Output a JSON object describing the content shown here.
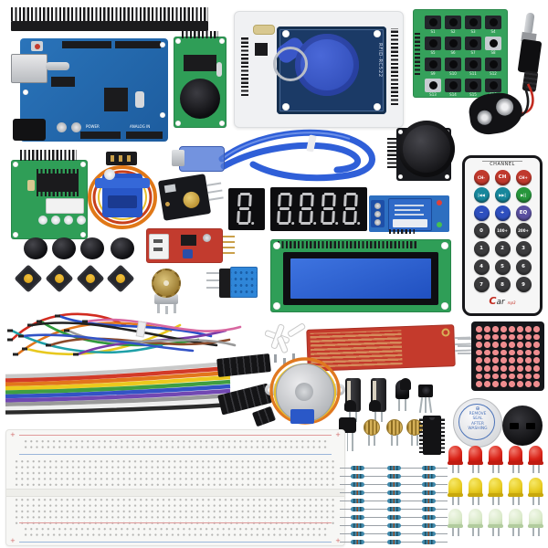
{
  "scene": {
    "description": "Arduino UNO starter kit components arranged on a white background",
    "background": "#ffffff"
  },
  "arduino": {
    "label_power": "POWER",
    "label_analog": "ANALOG IN",
    "board_color": "#2a72b8"
  },
  "rfid": {
    "label": "RFID-RC522",
    "board_color": "#f0f1f3",
    "antenna_color": "#1b3a66",
    "fob_color": "#3a57c8"
  },
  "keypad": {
    "buttons": [
      "S1",
      "S2",
      "S3",
      "S4",
      "S5",
      "S6",
      "S7",
      "S8",
      "S9",
      "S10",
      "S11",
      "S12",
      "S13",
      "S14",
      "S15",
      "S16"
    ],
    "silver_indexes": [
      7,
      12
    ],
    "board_color": "#35a15b"
  },
  "remote": {
    "title": "CHANNEL",
    "logo_c": "C",
    "logo_rest": "ar",
    "logo_sub": "mp3",
    "colors": {
      "red": "#c0392d",
      "teal": "#17879c",
      "green": "#27963c",
      "blue": "#2e4fbe",
      "purple": "#5a4fa0",
      "dark": "#3b3b3d"
    },
    "rows": [
      [
        {
          "t": "CH-",
          "c": "red"
        },
        {
          "t": "CH",
          "c": "red"
        },
        {
          "t": "CH+",
          "c": "red"
        }
      ],
      [
        {
          "t": "|◀◀",
          "c": "teal"
        },
        {
          "t": "▶▶|",
          "c": "teal"
        },
        {
          "t": "▶||",
          "c": "green"
        }
      ],
      [
        {
          "t": "−",
          "c": "blue"
        },
        {
          "t": "+",
          "c": "blue"
        },
        {
          "t": "EQ",
          "c": "purple"
        }
      ],
      [
        {
          "t": "0",
          "c": "dark"
        },
        {
          "t": "100+",
          "c": "dark"
        },
        {
          "t": "200+",
          "c": "dark"
        }
      ],
      [
        {
          "t": "1",
          "c": "dark"
        },
        {
          "t": "2",
          "c": "dark"
        },
        {
          "t": "3",
          "c": "dark"
        }
      ],
      [
        {
          "t": "4",
          "c": "dark"
        },
        {
          "t": "5",
          "c": "dark"
        },
        {
          "t": "6",
          "c": "dark"
        }
      ],
      [
        {
          "t": "7",
          "c": "dark"
        },
        {
          "t": "8",
          "c": "dark"
        },
        {
          "t": "9",
          "c": "dark"
        }
      ]
    ]
  },
  "seven_segment": {
    "single_digits": 1,
    "quad_digits": 4,
    "shown_value": "8.",
    "segment_color": "#c4c4c6"
  },
  "buzzer": {
    "sticker_symbol": "⊕",
    "sticker_lines": [
      "REMOVE",
      "SEAL",
      "AFTER",
      "WASHING"
    ],
    "print_color": "#4a72b8"
  },
  "dot_matrix": {
    "rows": 8,
    "cols": 8,
    "dot_color": "#ef8d8f"
  },
  "resistors": {
    "columns": 3,
    "per_column": 10,
    "body_color": "#3f88aa"
  },
  "leds": {
    "rows": [
      {
        "name": "red-leds",
        "count": 5,
        "dome": "radial-gradient(circle at 35% 30%,#f07a6e,#d92318 55%,#a81008)",
        "rim": "#c01c12"
      },
      {
        "name": "yellow-leds",
        "count": 5,
        "dome": "radial-gradient(circle at 35% 30%,#f6e868,#e8cc22 55%,#c8a80c)",
        "rim": "#c8a80c"
      },
      {
        "name": "green-leds",
        "count": 5,
        "dome": "radial-gradient(circle at 35% 30%,#f2f8ea,#d9e9c8 60%,#b9d3a4)",
        "rim": "#b2cc9e"
      }
    ]
  },
  "ribbon": {
    "colors": [
      "#c9c9c9",
      "#d23a28",
      "#e2761c",
      "#ecc91e",
      "#3f9e42",
      "#3353c6",
      "#7248b2",
      "#9a9a9a",
      "#efefef",
      "#2b2b2b"
    ]
  },
  "jumper_palette": [
    "#d22c20",
    "#e2761c",
    "#e8c81e",
    "#2f9a3c",
    "#1fa0a8",
    "#2a50c8",
    "#7a3aa8",
    "#222222",
    "#8a4a2a",
    "#999999",
    "#d867a0",
    "#3353c6"
  ],
  "components": [
    "pin header strip",
    "Arduino UNO board",
    "DS1302 RTC module",
    "RFID-RC522 module with key fob",
    "4x4 matrix keypad",
    "DC barrel plug",
    "9V battery snap",
    "USB cable",
    "joystick module",
    "IR remote control",
    "ULN2003 driver board",
    "SG90 micro servo",
    "knock sensor module",
    "voice/sound module",
    "1-digit 7-segment display",
    "4-digit 7-segment display",
    "relay module",
    "button caps",
    "tactile switches",
    "potentiometer",
    "DHT11 sensor",
    "LCD1602 display",
    "jumper wires",
    "rainbow ribbon cable",
    "servo horns and screws",
    "water level sensor",
    "28BYJ-48 stepper motor",
    "electrolytic capacitors",
    "IR LED",
    "IR receiver",
    "transistors",
    "photoresistors",
    "DIP IC chip",
    "piezo buzzer",
    "speaker",
    "8x8 LED dot matrix",
    "breadboard",
    "resistors",
    "red LEDs",
    "yellow LEDs",
    "green LEDs"
  ]
}
